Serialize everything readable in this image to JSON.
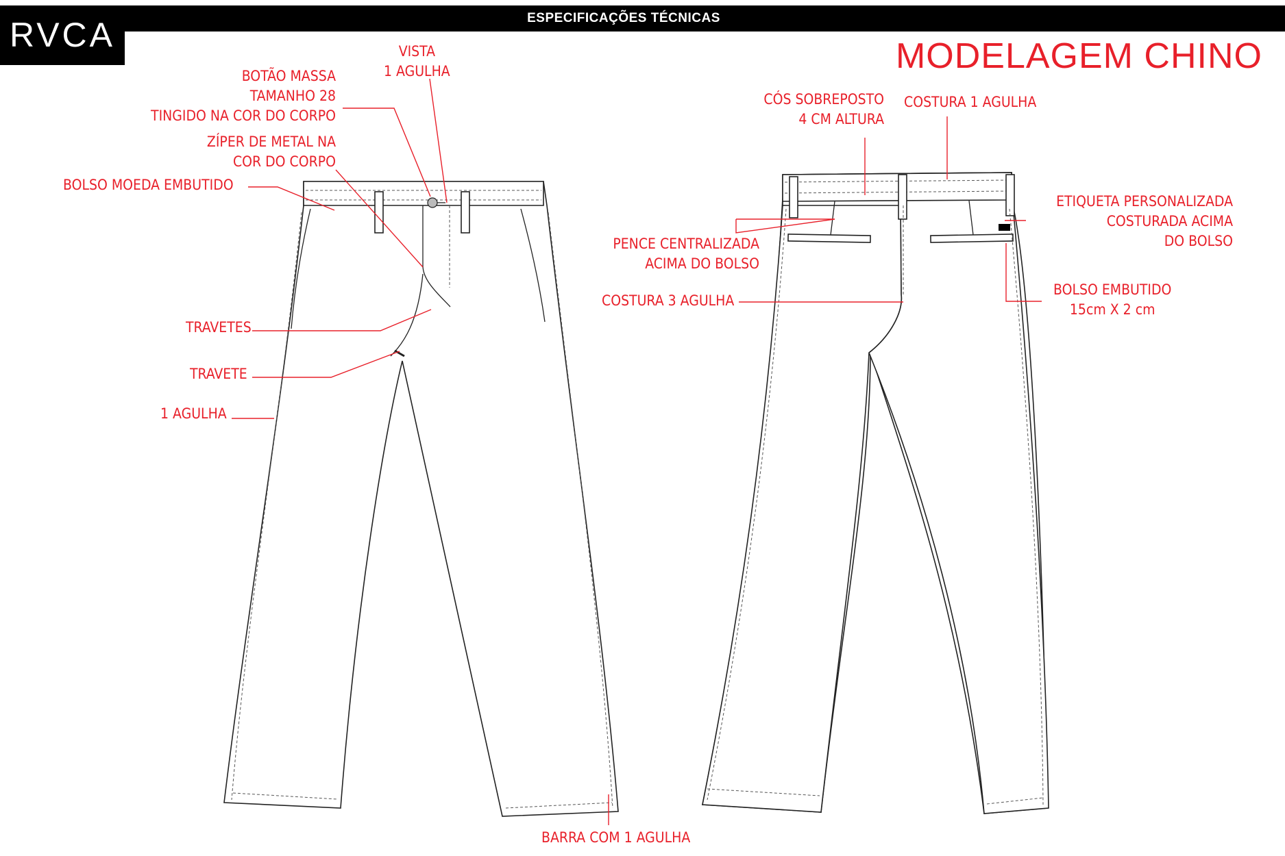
{
  "header": {
    "title": "ESPECIFICAÇÕES TÉCNICAS",
    "logo": "RVCA"
  },
  "model_title": "MODELAGEM CHINO",
  "front_labels": {
    "vista": "VISTA\n1 AGULHA",
    "botao": "BOTÃO MASSA\nTAMANHO 28\nTINGIDO NA COR DO CORPO",
    "ziper": "ZÍPER DE METAL NA\nCOR DO CORPO",
    "bolso_moeda": "BOLSO MOEDA EMBUTIDO",
    "travetes": "TRAVETES",
    "travete": "TRAVETE",
    "agulha": "1 AGULHA",
    "barra": "BARRA COM 1 AGULHA"
  },
  "back_labels": {
    "cos": "CÓS SOBREPOSTO\n4 CM ALTURA",
    "costura_1": "COSTURA 1 AGULHA",
    "etiqueta": "ETIQUETA PERSONALIZADA\nCOSTURADA ACIMA\nDO BOLSO",
    "pence": "PENCE CENTRALIZADA\nACIMA DO BOLSO",
    "costura_3": "COSTURA 3 AGULHA",
    "bolso_embutido": "BOLSO EMBUTIDO\n15cm X 2 cm"
  },
  "colors": {
    "accent": "#e8202a",
    "header": "#000000",
    "line": "#222222"
  }
}
